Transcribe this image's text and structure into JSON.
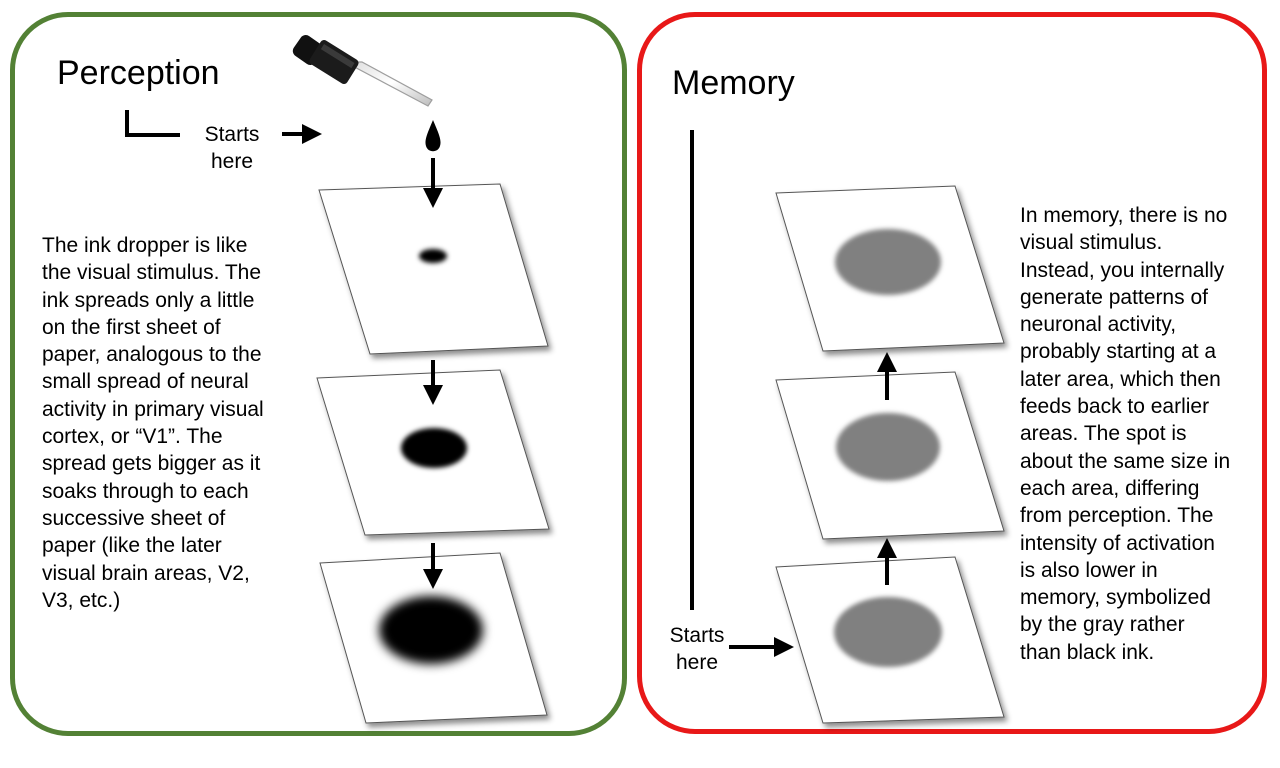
{
  "perception": {
    "title": "Perception",
    "start_label_line1": "Starts",
    "start_label_line2": "here",
    "description_lines": [
      "The ink dropper is like",
      "the visual stimulus. The",
      "ink spreads only a little",
      "on the first sheet of",
      "paper, analogous to the",
      "small spread of neural",
      "activity in primary visual",
      "cortex, or “V1”. The",
      "spread gets bigger as it",
      "soaks through to each",
      "successive sheet of",
      "paper (like the later",
      "visual brain areas, V2,",
      "V3, etc.)"
    ],
    "border_color": "#538135",
    "ink_color": "#000000"
  },
  "memory": {
    "title": "Memory",
    "start_label_line1": "Starts",
    "start_label_line2": "here",
    "description_lines": [
      "In memory, there is no",
      "visual stimulus.",
      "Instead, you internally",
      "generate patterns of",
      "neuronal activity,",
      "probably starting at a",
      "later area, which then",
      "feeds back to earlier",
      "areas. The spot is",
      "about the same size in",
      "each area, differing",
      "from perception. The",
      "intensity of activation",
      "is also lower in",
      "memory, symbolized",
      "by the gray rather",
      "than black ink."
    ],
    "border_color": "#e81818",
    "ink_color": "#808080"
  }
}
